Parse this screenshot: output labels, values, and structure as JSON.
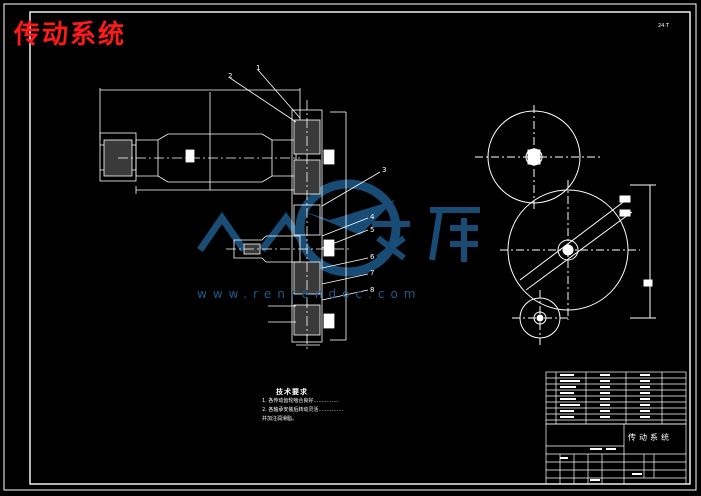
{
  "title": "传动系统",
  "corner_label": "24·T",
  "balloons": [
    "1",
    "2",
    "3",
    "4",
    "5",
    "6",
    "7",
    "8"
  ],
  "watermark": {
    "text_cn": "人人文库",
    "url": "www.renrendoc.com"
  },
  "notes": {
    "title": "技术要求",
    "lines": [
      "1. 各传动齿轮啮合良好……………",
      "2. 各轴承安装后转动灵活……………",
      "   并加注润滑脂。"
    ]
  },
  "title_block": {
    "name": "传动系统"
  }
}
